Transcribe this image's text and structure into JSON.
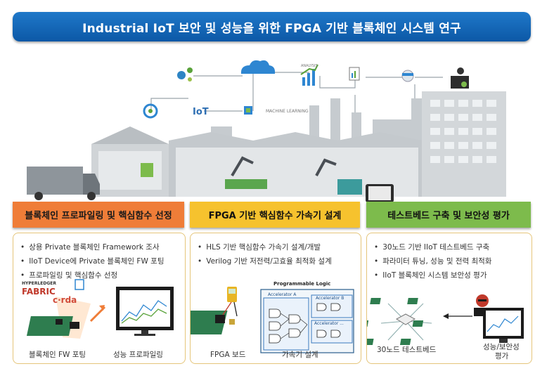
{
  "title": "Industrial IoT 보안 및 성능을 위한 FPGA 기반 블록체인 시스템 연구",
  "illustration": {
    "iot_label": "IoT",
    "ml_label": "MACHINE LEARNING",
    "analysis_label": "ANALYSIS"
  },
  "panels": [
    {
      "heading": "블록체인 프로파일링 및 핵심함수 선정",
      "items": [
        "상용 Private 블록체인 Framework 조사",
        "IIoT Device에 Private 블록체인 FW 포팅",
        "프로파일링 및 핵심함수 선정"
      ],
      "logo_hyperledger": "HYPERLEDGER",
      "logo_fabric": "FABRIC",
      "logo_corda": "c·rda",
      "caption_left": "블록체인 FW 포팅",
      "caption_right": "성능 프로파일링"
    },
    {
      "heading": "FPGA 기반 핵심함수 가속기 설계",
      "items": [
        "HLS 기반 핵심함수 가속기 설계/개발",
        "Verilog 기반 저전력/고효율 최적화 설계"
      ],
      "logic_title": "Programmable Logic",
      "acc_a": "Accelerator A",
      "acc_b": "Accelerator B",
      "acc_c": "Accelerator ...",
      "caption_left": "FPGA 보드",
      "caption_right": "가속기 설계"
    },
    {
      "heading": "테스트베드 구축 및 보안성 평가",
      "items": [
        "30노드 기반 IIoT 테스트베드 구축",
        "파라미터 튜닝, 성능 및 전력 최적화",
        "IIoT 블록체인 시스템 보안성 평가"
      ],
      "caption_left": "30노드 테스트베드",
      "caption_right_1": "성능/보안성",
      "caption_right_2": "평가"
    }
  ],
  "colors": {
    "title_bg": "#1667b8",
    "panel1": "#ef7d38",
    "panel2": "#f6c22e",
    "panel3": "#7dbb4c",
    "box_border": "#e5c57a"
  }
}
